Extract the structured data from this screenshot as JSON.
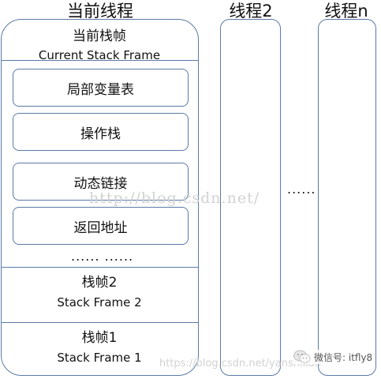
{
  "titles": {
    "current_thread": "当前线程",
    "thread2": "线程2",
    "threadn": "线程n"
  },
  "current_frame": {
    "title": "当前栈帧",
    "subtitle": "Current Stack Frame",
    "items": [
      "局部变量表",
      "操作栈",
      "动态链接",
      "返回地址"
    ],
    "more": "...... ......"
  },
  "frame2": {
    "title": "栈帧2",
    "subtitle": "Stack Frame 2"
  },
  "frame1": {
    "title": "栈帧1",
    "subtitle": "Stack Frame 1"
  },
  "between_dots": "......",
  "watermarks": {
    "center": "http://blog.csdn.net/",
    "bottom": "https://blog.csdn.net/yanshikan"
  },
  "wechat": {
    "label": "微信号: itfly8"
  }
}
